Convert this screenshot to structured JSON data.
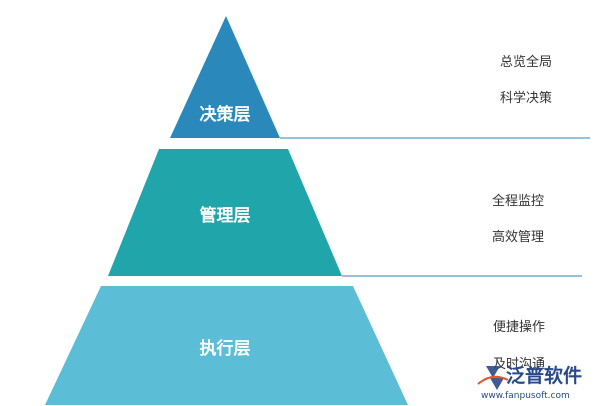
{
  "layers": [
    {
      "label": "决策层",
      "color": "#2a88bb",
      "notes": [
        "总览全局",
        "科学决策"
      ]
    },
    {
      "label": "管理层",
      "color": "#20a5ab",
      "notes": [
        "全程监控",
        "高效管理"
      ]
    },
    {
      "label": "执行层",
      "color": "#5bbdd6",
      "notes": [
        "便捷操作",
        "及时沟通"
      ]
    }
  ],
  "divider_color": "#2b8ab5",
  "logo": {
    "name": "泛普软件",
    "url": "www.fanpusoft.com",
    "color": "#2a4a8a",
    "accent": "#e0572a"
  }
}
